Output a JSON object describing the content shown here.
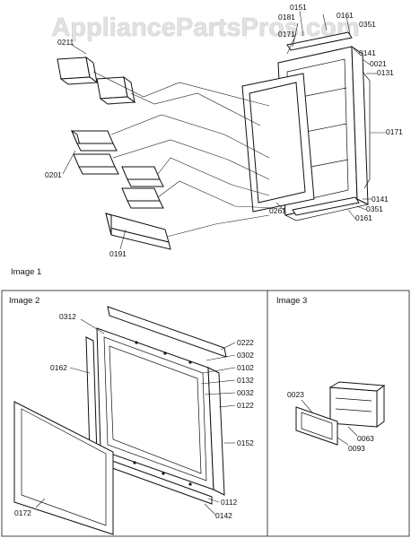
{
  "watermark": "AppliancePartsPros.com",
  "sections": {
    "image1": {
      "title": "Image 1"
    },
    "image2": {
      "title": "Image 2"
    },
    "image3": {
      "title": "Image 3"
    }
  },
  "callouts": {
    "image1": [
      "0151",
      "0161",
      "0351",
      "0181",
      "0171",
      "0211",
      "0141",
      "0021",
      "0131",
      "0171",
      "0201",
      "0261",
      "0141",
      "0351",
      "0161",
      "0191"
    ],
    "image2": [
      "0312",
      "0222",
      "0302",
      "0102",
      "0162",
      "0132",
      "0032",
      "0122",
      "0152",
      "0172",
      "0112",
      "0142"
    ],
    "image3": [
      "0023",
      "0063",
      "0093"
    ]
  },
  "colors": {
    "line": "#111111",
    "watermark": "#d8d8d8",
    "background": "#ffffff"
  }
}
